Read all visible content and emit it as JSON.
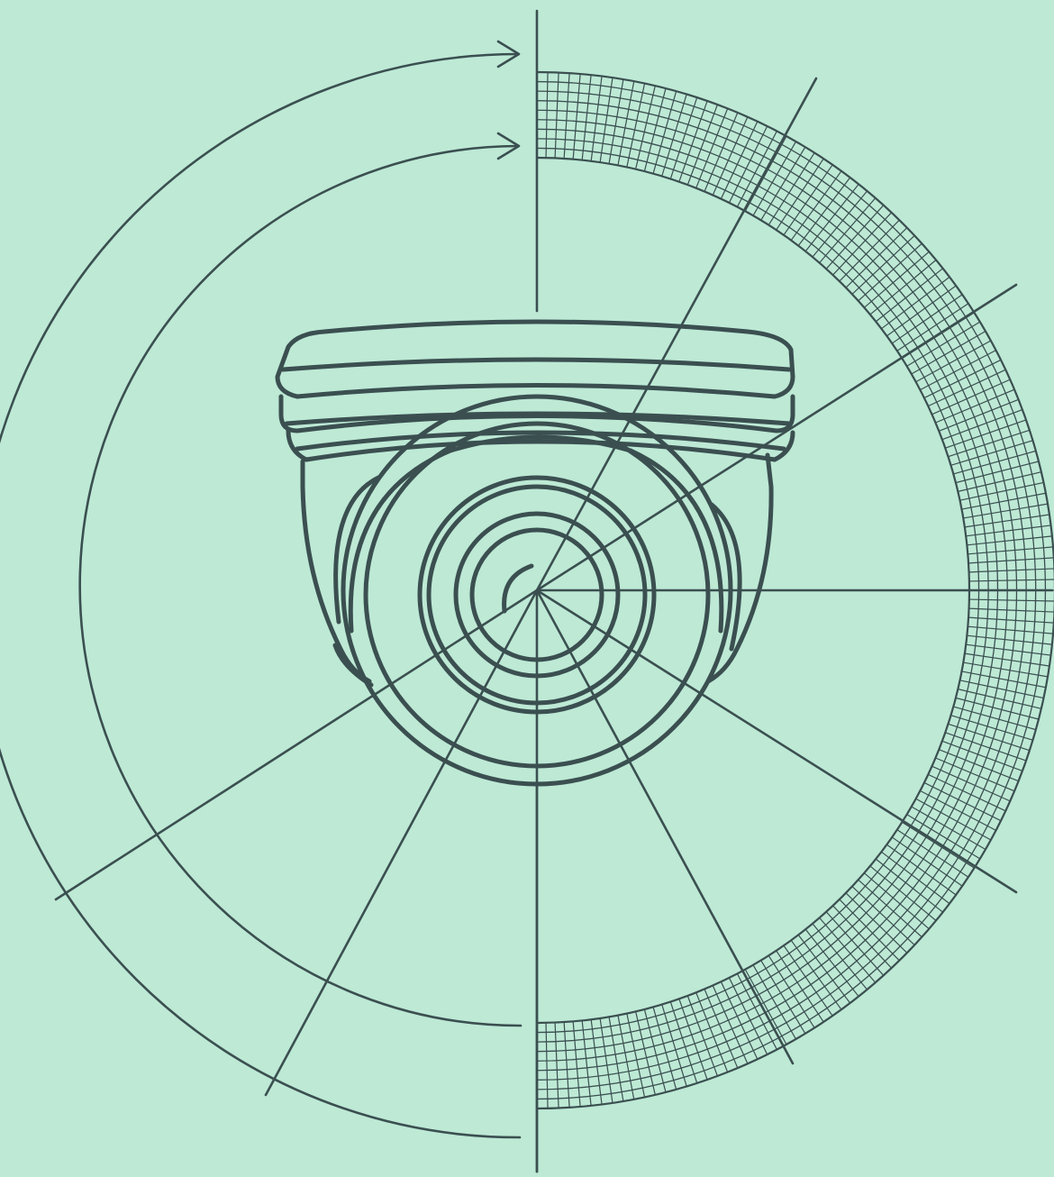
{
  "illustration": {
    "subject": "dome-security-camera",
    "colors": {
      "background": "#bde9d5",
      "ink": "#3b4f50"
    },
    "icons": [
      "dome-camera-icon",
      "rotation-arrow-icon",
      "field-of-view-rays",
      "pixel-grid-band"
    ]
  }
}
